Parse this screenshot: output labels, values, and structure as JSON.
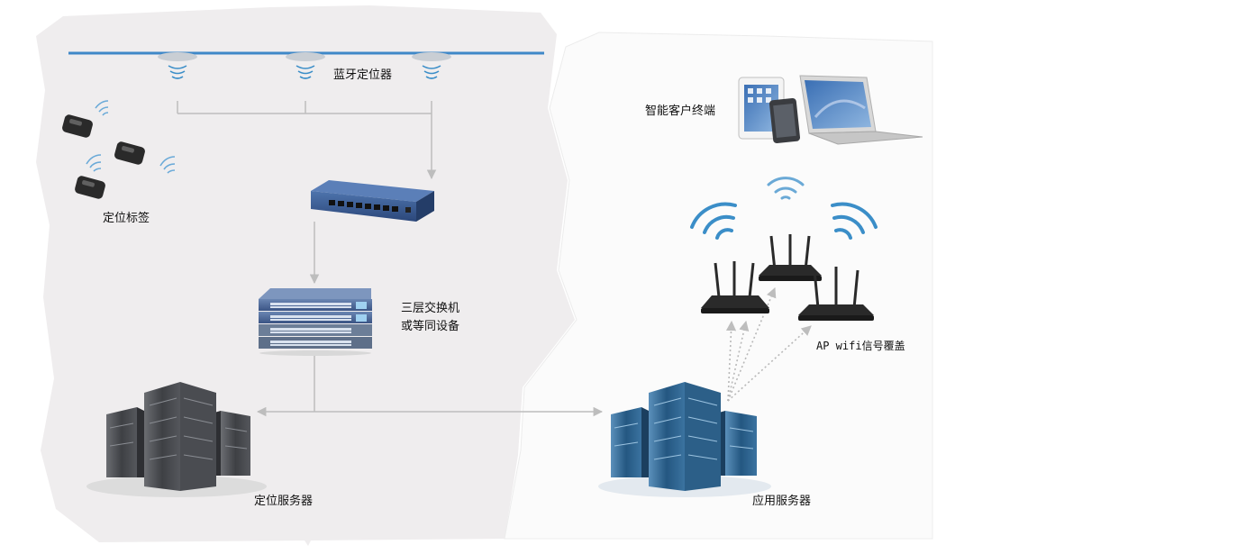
{
  "labels": {
    "bluetooth_locator": "蓝牙定位器",
    "positioning_tag": "定位标签",
    "l3_switch_line1": "三层交换机",
    "l3_switch_line2": "或等同设备",
    "positioning_server": "定位服务器",
    "smart_client_terminal": "智能客户终端",
    "ap_wifi_coverage": "AP wifi信号覆盖",
    "application_server": "应用服务器"
  },
  "icons": {
    "locator": "bluetooth-locator-icon",
    "tag": "positioning-tag-icon",
    "poe_switch": "poe-switch-icon",
    "l3_switch": "layer3-switch-icon",
    "server": "server-rack-icon",
    "router": "wifi-router-icon",
    "tablet": "tablet-icon",
    "phone": "phone-icon",
    "laptop": "laptop-icon",
    "wifi": "wifi-signal-icon"
  },
  "colors": {
    "left_panel_bg": "#efedee",
    "right_panel_bg": "#fbfbfb",
    "rail": "#3f88c8",
    "connector": "#bdbdbd",
    "wifi_blue": "#3b8ec8",
    "server_dark": "#4d4f53",
    "server_blue": "#2f6f9e",
    "switch_blue": "#3a5c92",
    "router_black": "#2a2a2a"
  }
}
